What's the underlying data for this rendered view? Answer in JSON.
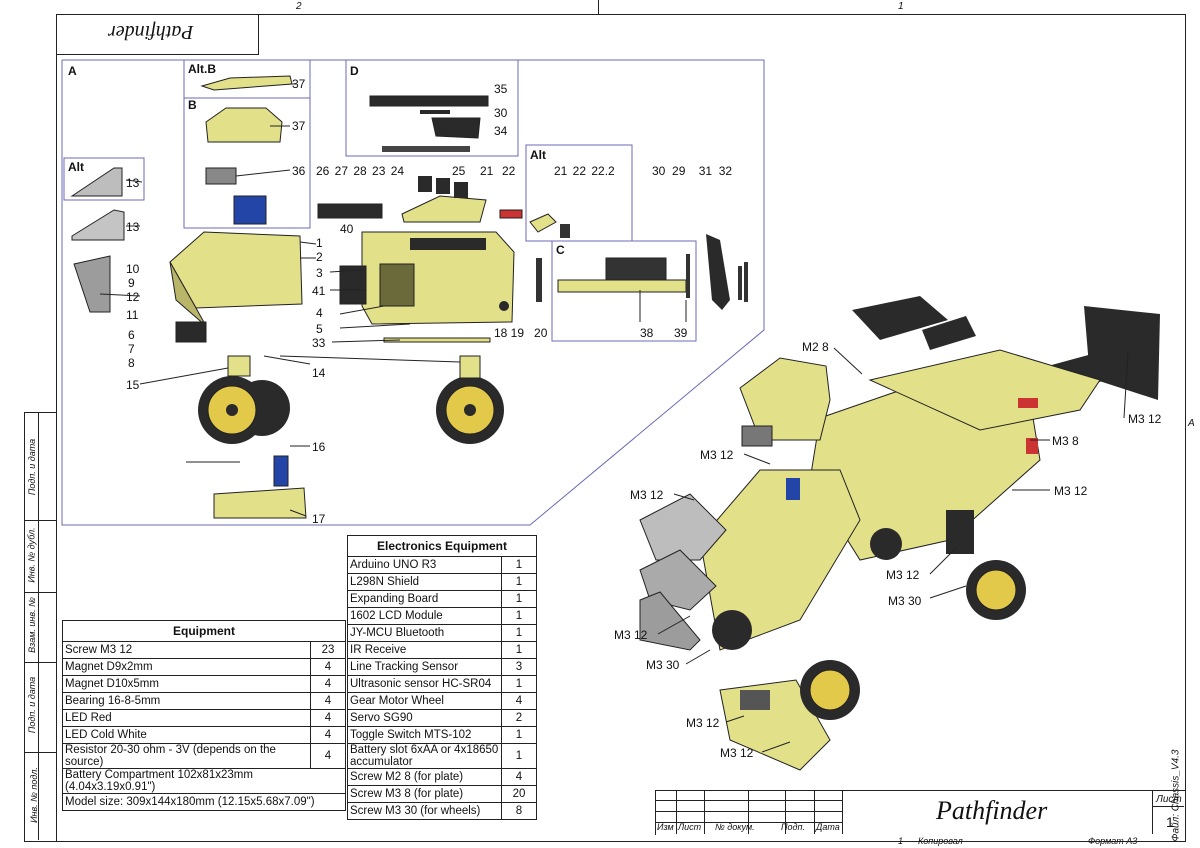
{
  "sheet": {
    "zone_top_left": "2",
    "zone_top_right": "1",
    "zone_right": "A",
    "mirrored_title": "Pathfinder",
    "title": "Pathfinder",
    "file_label": "Файл: Chassis_V4.3"
  },
  "side_stamps": [
    "Подп. и дата",
    "Инв. № дубл.",
    "Взам. инв. №",
    "Подп. и дата",
    "Инв. № подл."
  ],
  "views": {
    "A": "A",
    "AltB": "Alt.B",
    "B": "B",
    "D": "D",
    "Alt1": "Alt",
    "Alt2": "Alt",
    "C": "C"
  },
  "part_numbers": {
    "p37a": "37",
    "p37b": "37",
    "p36": "36",
    "p35": "35",
    "p30a": "30",
    "p34": "34",
    "p13a": "13",
    "p13b": "13",
    "row_26_24": "26 27 28 23 24",
    "p25": "25",
    "p21a": "21",
    "p22a": "22",
    "row_alt": "21 22 22.2",
    "row_30_32": "30  29    31  32",
    "p40": "40",
    "p1": "1",
    "p2": "2",
    "p3": "3",
    "p41": "41",
    "p4": "4",
    "p5": "5",
    "p10": "10",
    "p9": "9",
    "p12": "12",
    "p11": "11",
    "p6": "6",
    "p7": "7",
    "p8": "8",
    "p33": "33",
    "p18_20": "18 19   20",
    "p38": "38",
    "p39": "39",
    "p15": "15",
    "p14": "14",
    "p16": "16",
    "p17": "17"
  },
  "callouts": [
    "M2 8",
    "M3 12",
    "M3 12",
    "M3 8",
    "M3 12",
    "M3 12",
    "M3 12",
    "M3 30",
    "M3 12",
    "M3 30",
    "M3 12",
    "M3 12"
  ],
  "equipment": {
    "title": "Equipment",
    "rows": [
      [
        "Screw M3 12",
        "23"
      ],
      [
        "Magnet D9x2mm",
        "4"
      ],
      [
        "Magnet D10x5mm",
        "4"
      ],
      [
        "Bearing 16-8-5mm",
        "4"
      ],
      [
        "LED Red",
        "4"
      ],
      [
        "LED Cold White",
        "4"
      ],
      [
        "Resistor 20-30 ohm - 3V (depends on the source)",
        "4"
      ],
      [
        "Battery Compartment 102x81x23mm (4.04x3.19x0.91\")",
        ""
      ],
      [
        "Model size: 309x144x180mm (12.15x5.68x7.09\")",
        ""
      ]
    ]
  },
  "electronics": {
    "title": "Electronics Equipment",
    "rows": [
      [
        "Arduino UNO R3",
        "1"
      ],
      [
        "L298N Shield",
        "1"
      ],
      [
        "Expanding Board",
        "1"
      ],
      [
        "1602 LCD Module",
        "1"
      ],
      [
        "JY-MCU Bluetooth",
        "1"
      ],
      [
        "IR Receive",
        "1"
      ],
      [
        "Line Tracking Sensor",
        "3"
      ],
      [
        "Ultrasonic sensor HC-SR04",
        "1"
      ],
      [
        "Gear Motor Wheel",
        "4"
      ],
      [
        "Servo SG90",
        "2"
      ],
      [
        "Toggle Switch MTS-102",
        "1"
      ],
      [
        "Battery slot 6xAA or 4x18650 accumulator",
        "1"
      ],
      [
        "Screw M2 8 (for plate)",
        "4"
      ],
      [
        "Screw M3 8 (for plate)",
        "20"
      ],
      [
        "Screw M3 30 (for wheels)",
        "8"
      ]
    ]
  },
  "title_block": {
    "cols": [
      "Изм",
      "Лист",
      "№ докум.",
      "Подп.",
      "Дата"
    ],
    "sheet_label": "Лист",
    "sheet_num": "1",
    "bottom_num": "1",
    "copied": "Копировал",
    "format": "Формат А3"
  },
  "colors": {
    "body": "#e3e08a",
    "body_dark": "#9a9850",
    "line": "#222222",
    "frame_blue": "#6a6ab8",
    "grey": "#9c9c9c",
    "black_part": "#2a2a2a",
    "servo_blue": "#2445a8"
  }
}
